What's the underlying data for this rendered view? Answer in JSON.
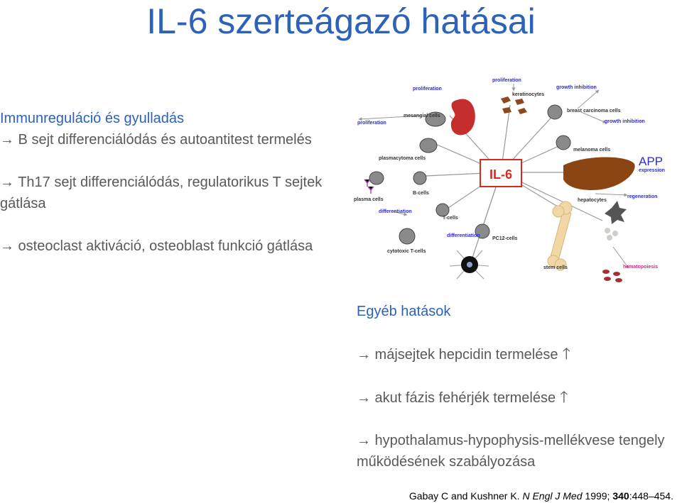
{
  "title": "IL-6 szerteágazó hatásai",
  "left": {
    "heading": "Immunreguláció és gyulladás",
    "items": [
      "→ B sejt differenciálódás és autoantitest termelés",
      "→ Th17 sejt differenciálódás, regulatorikus T sejtek gátlása",
      "→ osteoclast aktiváció, osteoblast funkció gátlása"
    ]
  },
  "diagram": {
    "center": "IL-6",
    "labels": {
      "proliferation_top": "proliferation",
      "keratinocytes": "keratinocytes",
      "growth_inhibition_1": "growth inhibition",
      "breast_carcinoma": "breast carcinoma cells",
      "growth_inhibition_2": "growth inhibition",
      "proliferation_left": "proliferation",
      "mesangial": "mesangial cells",
      "proliferation_kidney": "proliferation",
      "melanoma": "melanoma cells",
      "plasmacytoma": "plasmacytoma cells",
      "app": "APP",
      "app_expression": "expression",
      "b_cells": "B-cells",
      "plasma_cells": "plasma cells",
      "differentiation_1": "differentiation",
      "hepatocytes": "hepatocytes",
      "regeneration": "regeneration",
      "t_cells": "T-cells",
      "differentiation_2": "differentiation",
      "pc12": "PC12-cells",
      "cytotoxic": "cytotoxic T-cells",
      "stem_cells": "stem cells",
      "hematopoiesis": "hematopoiesis"
    },
    "colors": {
      "label_blue": "#2b2bd6",
      "label_pink": "#d22b8a",
      "red": "#d9281e",
      "dark": "#333333"
    }
  },
  "right": {
    "heading": "Egyéb hatások",
    "items": [
      {
        "text": "→ májsejtek hepcidin termelése",
        "arrow": "🡑"
      },
      {
        "text": "→ akut fázis fehérjék termelése",
        "arrow": "🡑"
      },
      {
        "text": "→ hypothalamus-hypophysis-mellékvese tengely működésének szabályozása",
        "arrow": ""
      }
    ]
  },
  "citation": {
    "authors": "Gabay C and Kushner K. ",
    "journal": "N Engl J Med",
    "year": " 1999; ",
    "volume": "340",
    "pages": ":448–454."
  }
}
